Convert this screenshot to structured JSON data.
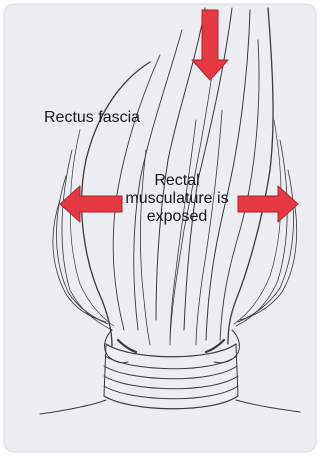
{
  "labels": {
    "rectus_fascia": "Rectus fascia",
    "rectal_musculature": [
      "Rectal",
      "musculature is",
      "exposed"
    ]
  },
  "colors": {
    "paper": "#ecedf1",
    "sketch": "#3a3a3a",
    "arrow": "#e53a44",
    "arrow_edge": "#ad2430"
  },
  "arrows": {
    "count": 3,
    "directions": [
      "down",
      "left",
      "right"
    ]
  }
}
